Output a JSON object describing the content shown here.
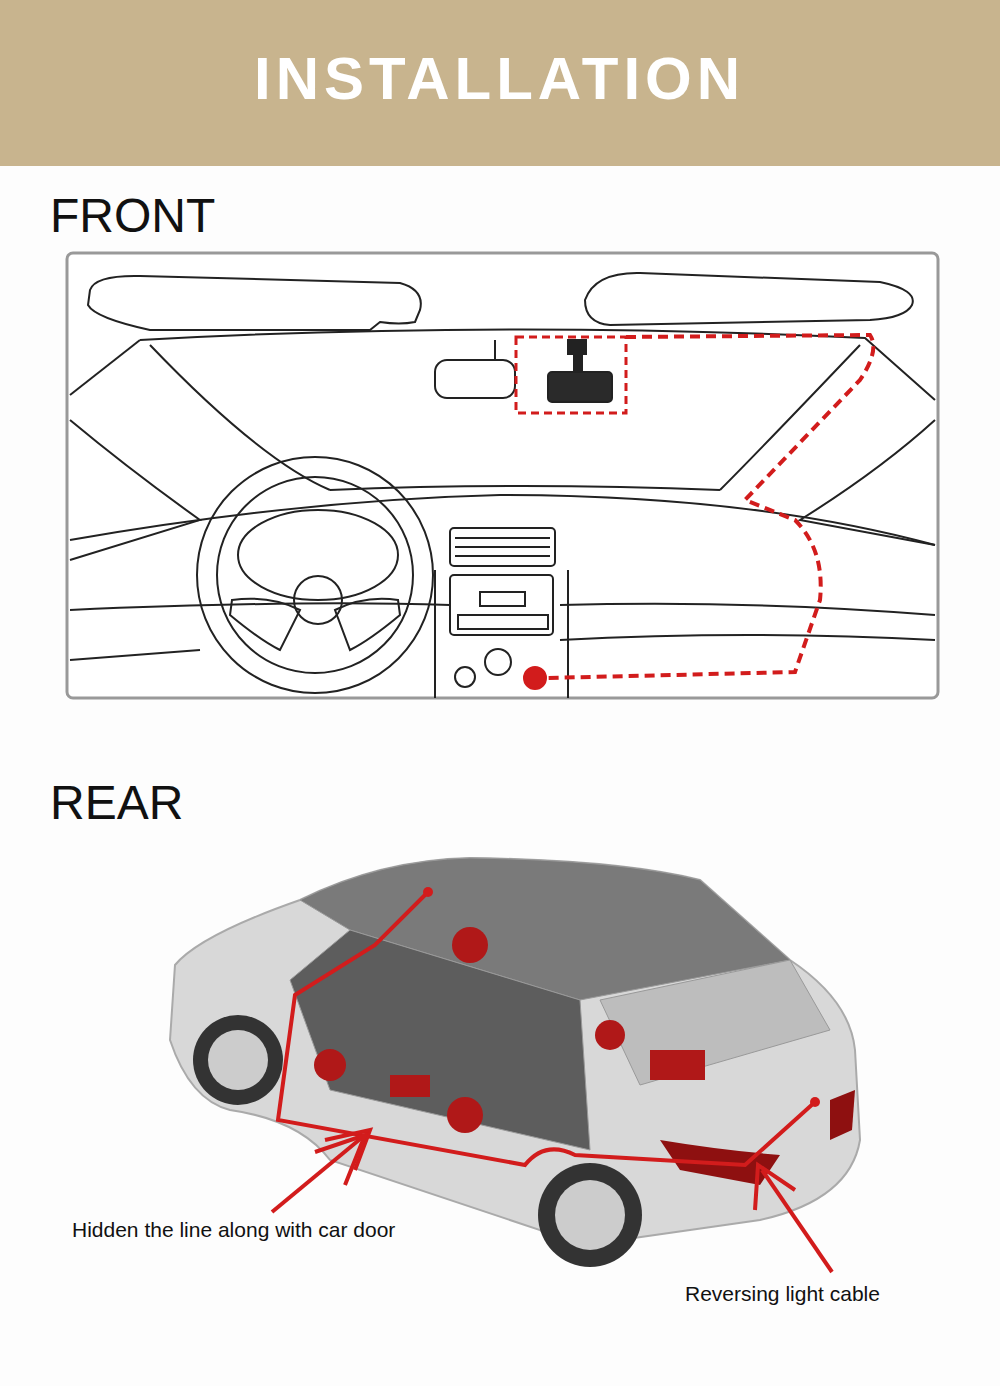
{
  "diagram": {
    "title": "INSTALLATION",
    "labels": [
      "FRONT",
      "REAR",
      "Hidden the line along with car door",
      "Reversing light cable"
    ]
  }
}
